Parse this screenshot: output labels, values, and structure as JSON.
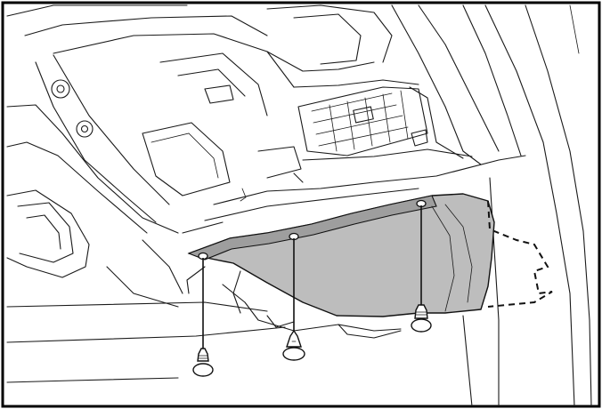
{
  "figure": {
    "description_visible_text": "",
    "fasteners": [
      {
        "id": "clip-left",
        "kind": "push-pin clip"
      },
      {
        "id": "clip-center",
        "kind": "push-pin clip"
      },
      {
        "id": "clip-right",
        "kind": "push-pin clip"
      }
    ],
    "colors": {
      "line": "#1a1a1a",
      "panel_fill": "#bdbdbd",
      "background": "#ffffff",
      "frame": "#000000"
    }
  }
}
